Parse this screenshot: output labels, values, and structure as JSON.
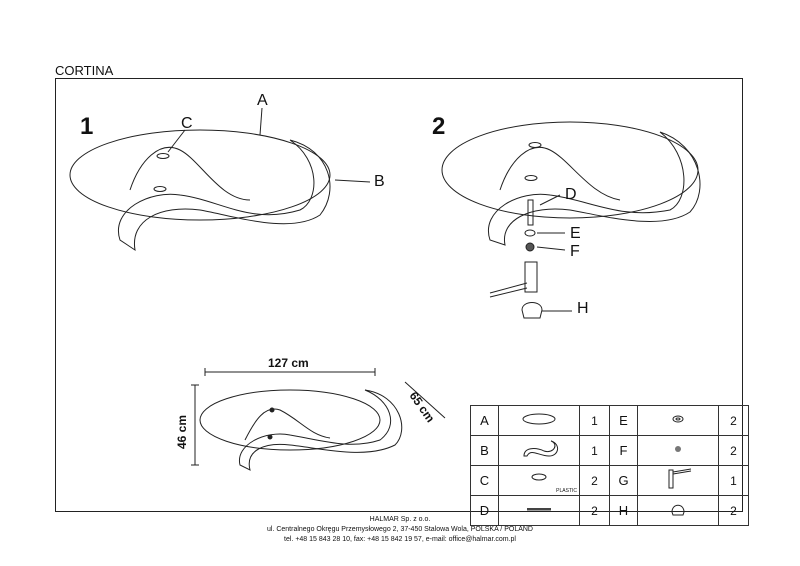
{
  "title": "CORTINA",
  "steps": [
    "1",
    "2"
  ],
  "labels": {
    "A": "A",
    "B": "B",
    "C": "C",
    "D": "D",
    "E": "E",
    "F": "F",
    "H": "H"
  },
  "dimensions": {
    "width": "127 cm",
    "height": "46 cm",
    "depth": "65 cm"
  },
  "parts": [
    {
      "letter": "A",
      "qty": "1",
      "icon": "glass-top-icon"
    },
    {
      "letter": "B",
      "qty": "1",
      "icon": "base-icon"
    },
    {
      "letter": "C",
      "qty": "2",
      "icon": "plastic-pad-icon",
      "note": "PLASTIC"
    },
    {
      "letter": "D",
      "qty": "2",
      "icon": "bolt-icon"
    },
    {
      "letter": "E",
      "qty": "2",
      "icon": "washer-icon"
    },
    {
      "letter": "F",
      "qty": "2",
      "icon": "nut-icon"
    },
    {
      "letter": "G",
      "qty": "1",
      "icon": "hex-key-icon"
    },
    {
      "letter": "H",
      "qty": "2",
      "icon": "cap-nut-icon"
    }
  ],
  "footer": {
    "company": "HALMAR Sp. z o.o.",
    "address": "ul. Centralnego Okręgu Przemysłowego 2, 37-450 Stalowa Wola, POLSKA / POLAND",
    "contact": "tel. +48 15 843 28 10, fax: +48 15 842 19 57, e-mail: office@halmar.com.pl"
  }
}
